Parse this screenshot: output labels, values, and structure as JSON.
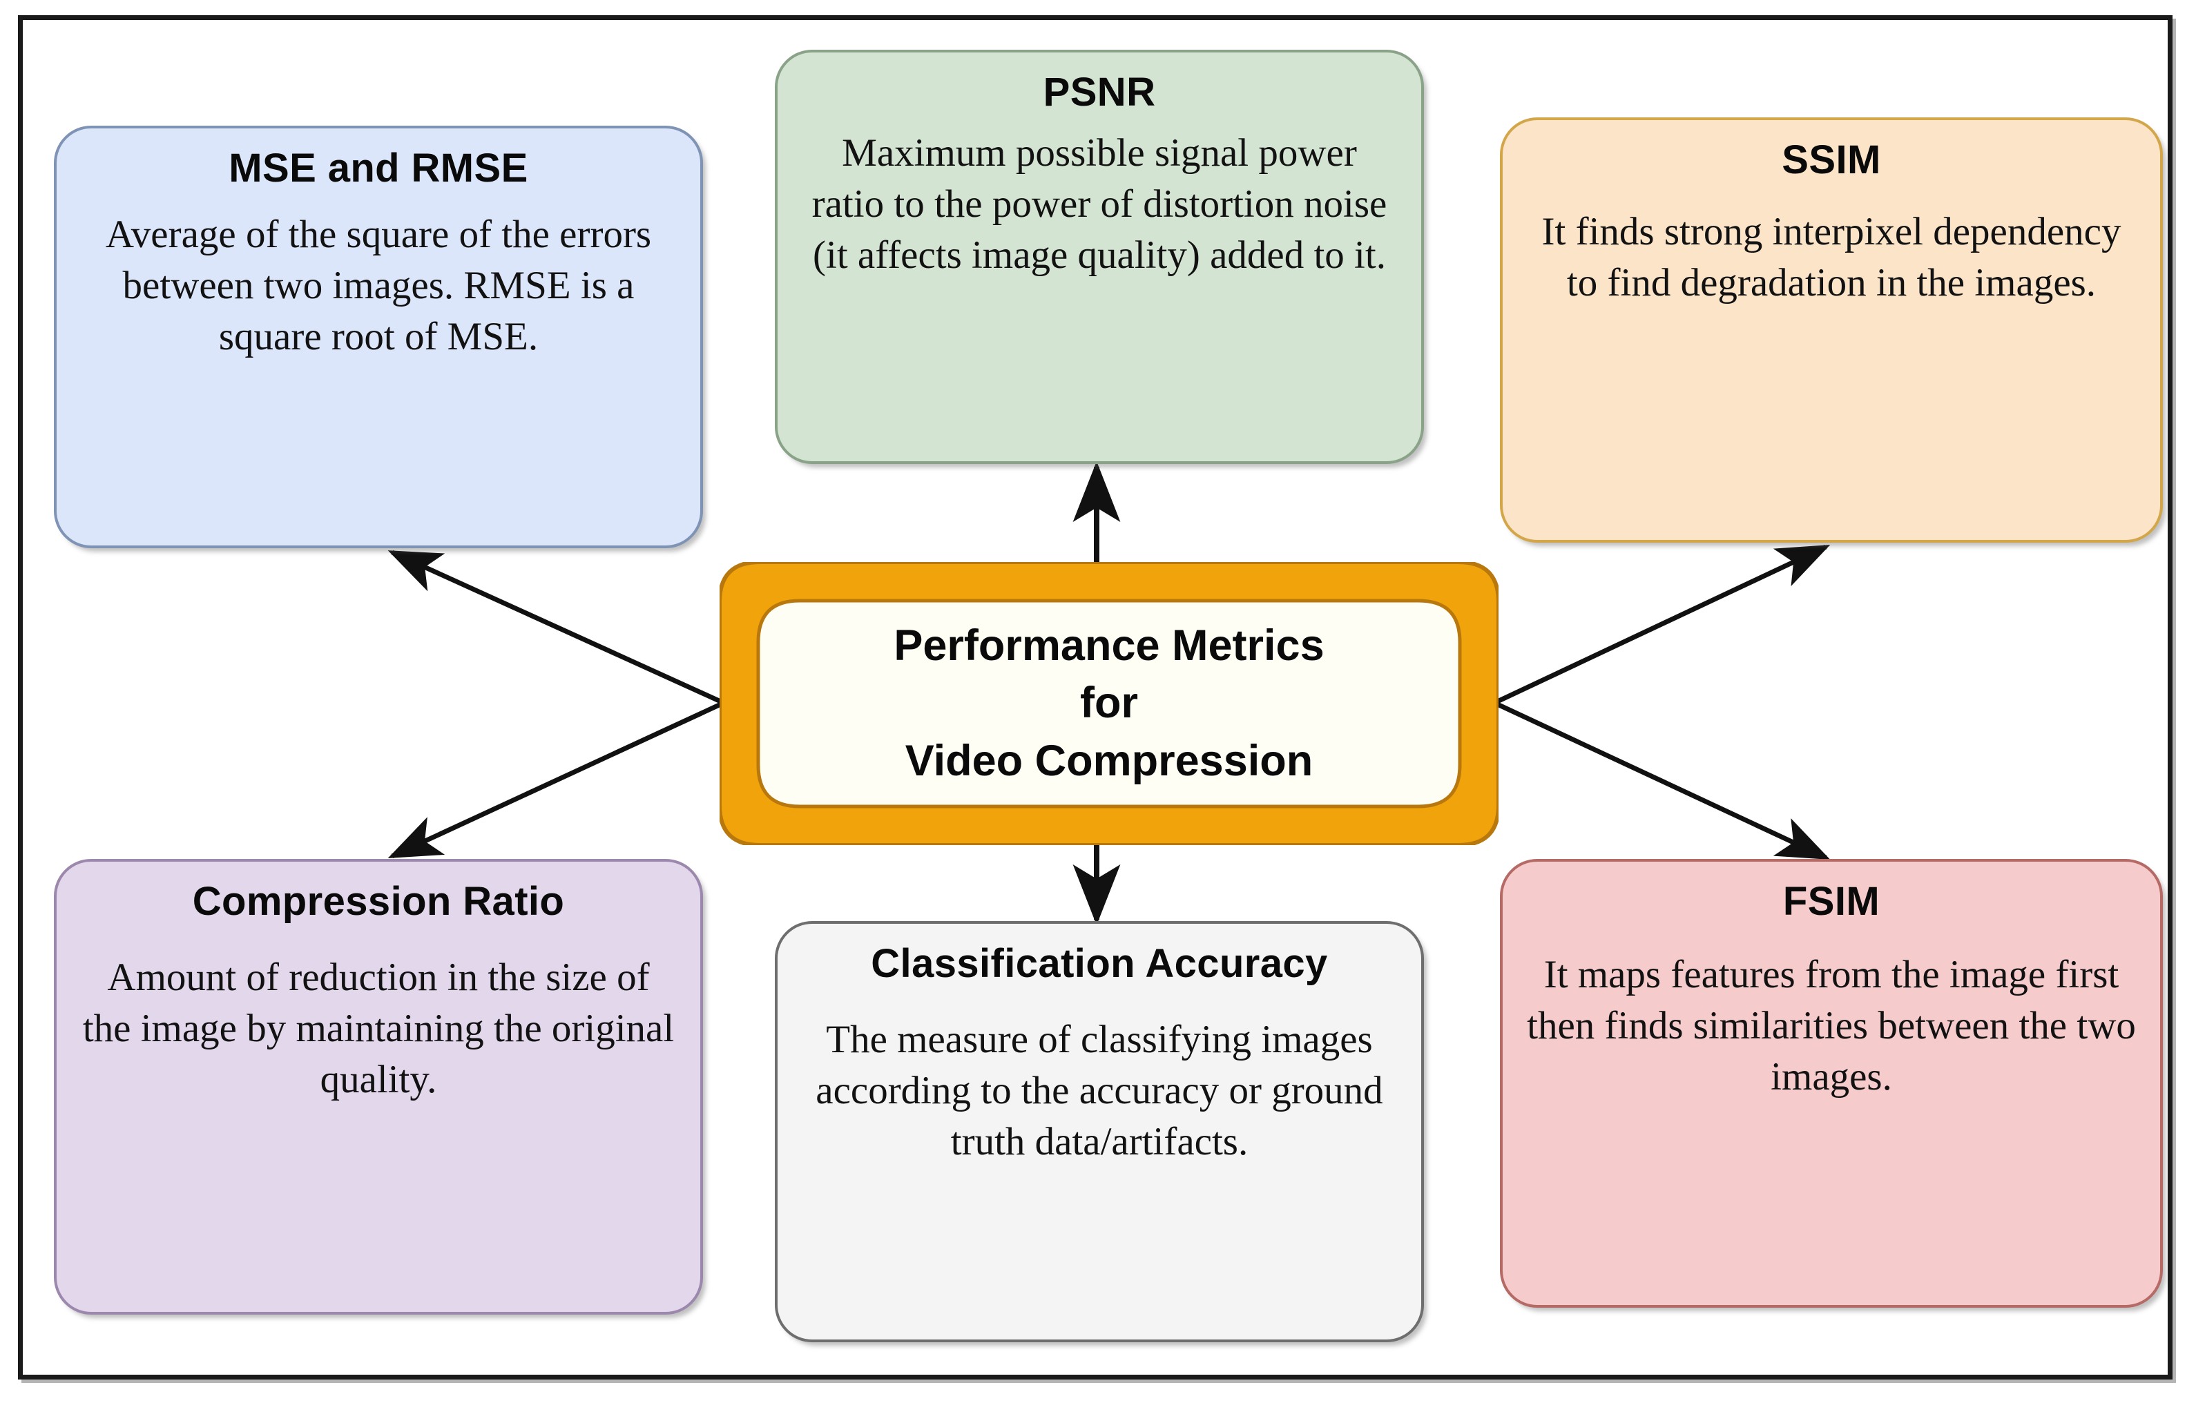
{
  "diagram": {
    "center": {
      "title_lines": [
        "Performance Metrics",
        "for",
        "Video Compression"
      ],
      "fill": "#fffef5",
      "border": "#f0a30a",
      "border_shadow": "#b8780d"
    },
    "nodes": [
      {
        "id": "mse",
        "title": "MSE and RMSE",
        "description": "Average of the square of the errors between two images. RMSE is a square root of MSE.",
        "fill": "#dce6fa",
        "border": "#7f93b5"
      },
      {
        "id": "psnr",
        "title": "PSNR",
        "description": "Maximum possible signal power ratio to the power of distortion noise (it affects image quality) added to it.",
        "fill": "#d4e4d2",
        "border": "#8aa388"
      },
      {
        "id": "ssim",
        "title": "SSIM",
        "description": "It finds strong interpixel dependency to find degradation in the images.",
        "fill": "#fbe4c8",
        "border": "#d3a64a"
      },
      {
        "id": "compression",
        "title": "Compression Ratio",
        "description": "Amount of reduction in the size of the image by maintaining the original quality.",
        "fill": "#e3d7ec",
        "border": "#9c88ad"
      },
      {
        "id": "classification",
        "title": "Classification Accuracy",
        "description": "The measure of classifying images according to the accuracy or ground truth data/artifacts.",
        "fill": "#f4f4f4",
        "border": "#6e6e6e"
      },
      {
        "id": "fsim",
        "title": "FSIM",
        "description": "It maps features from the image first then finds similarities between the two images.",
        "fill": "#f6cbcb",
        "border": "#b56a66"
      }
    ],
    "connectors": [
      {
        "from": "center",
        "to": "mse",
        "style": "arrow"
      },
      {
        "from": "center",
        "to": "psnr",
        "style": "arrow"
      },
      {
        "from": "center",
        "to": "ssim",
        "style": "arrow"
      },
      {
        "from": "center",
        "to": "compression",
        "style": "arrow"
      },
      {
        "from": "center",
        "to": "classification",
        "style": "arrow"
      },
      {
        "from": "center",
        "to": "fsim",
        "style": "arrow"
      }
    ],
    "frame": {
      "border_color": "#1a1a1a",
      "background": "#ffffff"
    }
  }
}
